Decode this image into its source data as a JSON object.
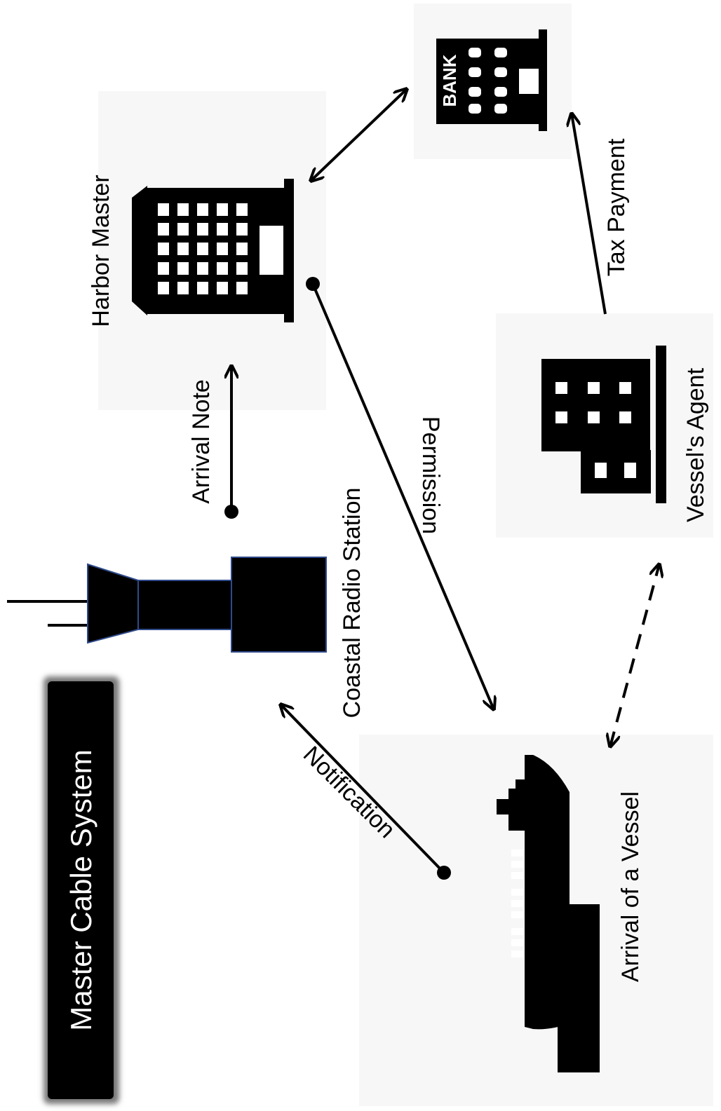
{
  "title": "Master Cable System",
  "nodes": {
    "harbor_master": "Harbor Master",
    "bank": "BANK",
    "coastal_radio_station": "Coastal Radio Station",
    "vessels_agent": "Vessel's Agent",
    "arrival_of_vessel": "Arrival of a Vessel"
  },
  "edges": {
    "arrival_note": "Arrival Note",
    "permission": "Permission",
    "tax_payment": "Tax Payment",
    "notification": "Notification"
  },
  "colors": {
    "title_bg": "#000000",
    "ink": "#000000",
    "tower_outline": "#2f4a8a"
  }
}
